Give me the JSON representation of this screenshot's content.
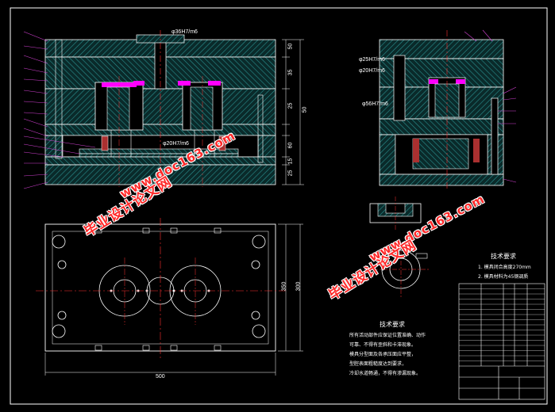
{
  "watermark": {
    "cn": "毕业设计论文网",
    "url": "www.doc163.com"
  },
  "labels": {
    "fit_top": "φ36H7/m6",
    "fit_right1": "φ25H7/m6",
    "fit_right2": "φ20H7/m6",
    "fit_right3": "φ56H7/m6",
    "fit_center": "φ20H7/m6"
  },
  "dims": {
    "plan_width": "500",
    "plan_height_1": "350",
    "plan_height_2": "300",
    "side_dims": [
      "50",
      "35",
      "25",
      "60",
      "50",
      "25",
      "15"
    ]
  },
  "tech_notes_right": {
    "title": "技术要求",
    "lines": [
      "1. 模具闭合高度270mm",
      "2. 模具材料为45钢调质"
    ]
  },
  "tech_notes_bottom": {
    "title": "技术要求",
    "lines": [
      "所有活动部件应保证位置准确、动作",
      "可靠、不得有歪斜和卡滞现象。",
      "模具分型面及各承压面应平整，",
      "型腔表面粗糙度达到要求，",
      "冷却水道畅通，不得有渗漏现象。"
    ]
  },
  "colors": {
    "line": "#ffffff",
    "frame": "#ffffff",
    "hatch": "#2a9090",
    "part": "#ff00ff",
    "center": "#ff3030",
    "leader": "#d040d0"
  }
}
